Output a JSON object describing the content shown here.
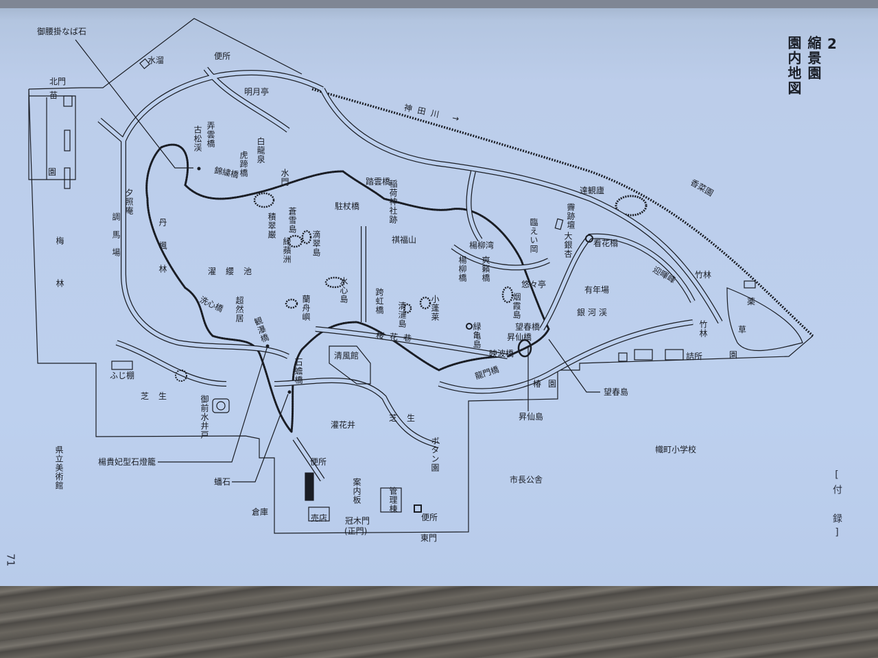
{
  "title": {
    "number": "2",
    "garden": "縮景園",
    "subtitle": "園内地図"
  },
  "appendix": "[付 録]",
  "page_number": "71",
  "labels": {
    "okoshikake": "御腰掛なば石",
    "mizutamari": "水溜",
    "benjo_north": "便所",
    "kitamon": "北門",
    "nae": "苗",
    "en_nursery": "園",
    "meigetsutei": "明月亭",
    "kandagawa": "神田川 →",
    "koshokei": "古松渓",
    "rouunkyo": "弄雲橋",
    "kotekyo": "虎蹄橋",
    "hakuryusen": "白龍泉",
    "kinshukyo": "錦繍橋",
    "suimon": "水門",
    "touunkyo": "踏雲橋",
    "inari": "稲荷神社跡",
    "chujokyo": "駐杖橋",
    "sekisuigan": "積翠巌",
    "sosetsuto": "蒼雪島",
    "ryokuhinshu": "緑蘋洲",
    "tekisuito": "滴翠島",
    "kifukuzan": "祺福山",
    "sekishoan": "夕照庵",
    "chobaba": "調馬場",
    "bairin": "梅林",
    "tanpurin": "丹楓林",
    "takuei": "濯纓池",
    "suishinto": "水心島",
    "kokokyo": "跨虹橋",
    "shohorai": "小蓬莱",
    "seirento": "清漣島",
    "senshinkyo": "洗心橋",
    "chozenkyo": "超然居",
    "kanbakukyo": "観瀑橋",
    "ranshusho": "蘭舟嶼",
    "sekisenkyo": "石蟾橋",
    "oukako": "桜花巷",
    "seifukan": "清風館",
    "yoryuwan": "楊柳湾",
    "yoryukyo": "楊柳橋",
    "soraikyo": "爽籟橋",
    "rineiko": "臨えい岡",
    "tatsukanro": "達観廬",
    "seisekidan": "霽跡壇",
    "oicho": "大銀杏",
    "kankato": "看花榻",
    "kosaien": "香菜園",
    "geikiho": "迎暉峰",
    "yuyutei": "悠々亭",
    "enkato": "烟霞島",
    "unenba": "有年場",
    "gingakei": "銀河渓",
    "ryokukito": "緑亀島",
    "boshunkyo": "望春橋",
    "shosenkyo": "昇仙橋",
    "eihakyo": "映波橋",
    "ryumonkyo": "龍門橋",
    "chikurin_1": "竹林",
    "chikurin_2": "竹林",
    "yaku": "薬",
    "so": "草",
    "en_herb": "園",
    "tsumesho": "詰所",
    "tsubakien": "椿園",
    "boshunto": "望春島",
    "shosento": "昇仙島",
    "fujidana": "ふじ棚",
    "shibafu_west": "芝生",
    "gozensui": "御前水井戸",
    "shibafu_center": "芝生",
    "kankasei": "灌花井",
    "botanen": "ボタン園",
    "benjo_center": "便所",
    "annaiban": "案内板",
    "kanritou": "管理棟",
    "souko": "倉庫",
    "baiten": "売店",
    "kabukimon": "冠木門",
    "seimon": "(正門)",
    "benjo_east": "便所",
    "higashimon": "東門",
    "youkihi": "楊貴妃型石燈籠",
    "banseki": "蟠石",
    "bijutsukan": "県立美術館",
    "nobori_school": "幟町小学校",
    "shicho": "市長公舎"
  },
  "colors": {
    "paper": "#bdd0ee",
    "ink": "#1a1d24"
  }
}
